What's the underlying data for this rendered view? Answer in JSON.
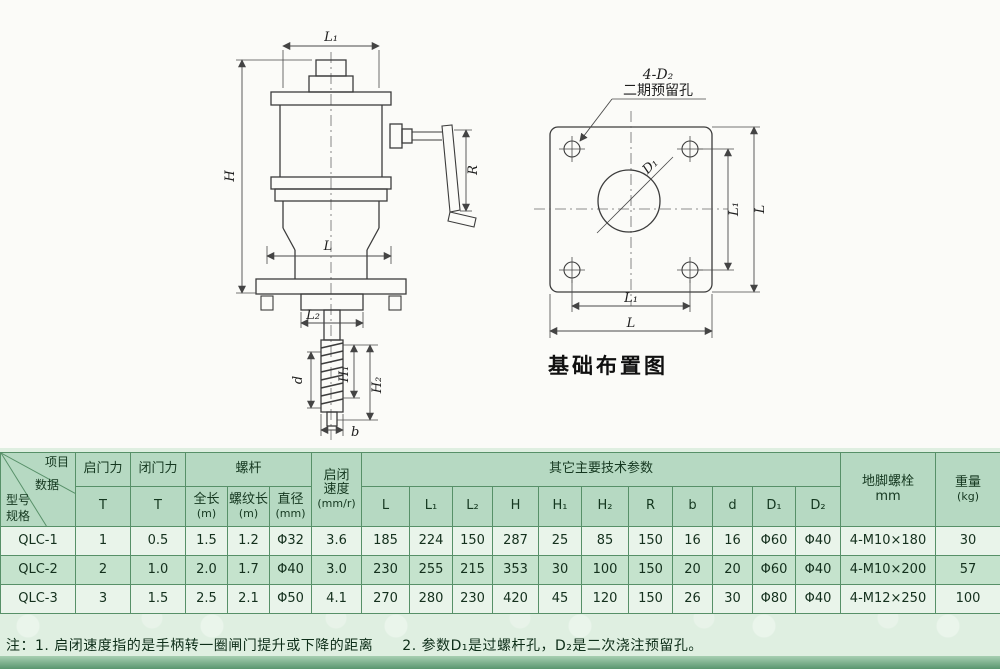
{
  "drawing_left": {
    "dim_l1": "L₁",
    "dim_h": "H",
    "dim_r": "R",
    "dim_l": "L",
    "dim_l2": "L₂",
    "dim_h1": "H₁",
    "dim_h2": "H₂",
    "dim_d": "d",
    "dim_b": "b"
  },
  "drawing_right": {
    "title": "基础布置图",
    "callout_top": "4-D₂",
    "callout_bottom": "二期预留孔",
    "dim_d1": "D₁",
    "dim_l1_right": "L₁",
    "dim_l_right": "L",
    "dim_l1_bottom": "L₁",
    "dim_l_bottom": "L"
  },
  "table": {
    "corner": {
      "item": "项目",
      "data": "数据",
      "model1": "型号",
      "model2": "规格"
    },
    "open_force": "启门力",
    "close_force": "闭门力",
    "force_unit": "T",
    "screw_group": "螺杆",
    "screw_len": "全长",
    "screw_len_unit": "(m)",
    "thread_len": "螺纹长",
    "thread_len_unit": "(m)",
    "diameter": "直径",
    "diameter_unit": "(mm)",
    "speed1": "启闭",
    "speed2": "速度",
    "speed3": "(mm/r)",
    "other_group": "其它主要技术参数",
    "other_cols": [
      "L",
      "L₁",
      "L₂",
      "H",
      "H₁",
      "H₂",
      "R",
      "b",
      "d",
      "D₁",
      "D₂"
    ],
    "anchor1": "地脚螺栓",
    "anchor2": "mm",
    "weight1": "重量",
    "weight2": "(kg)",
    "rows": [
      {
        "model": "QLC-1",
        "values": [
          "1",
          "0.5",
          "1.5",
          "1.2",
          "Φ32",
          "3.6",
          "185",
          "224",
          "150",
          "287",
          "25",
          "85",
          "150",
          "16",
          "16",
          "Φ60",
          "Φ40",
          "4-M10×180",
          "30"
        ]
      },
      {
        "model": "QLC-2",
        "values": [
          "2",
          "1.0",
          "2.0",
          "1.7",
          "Φ40",
          "3.0",
          "230",
          "255",
          "215",
          "353",
          "30",
          "100",
          "150",
          "20",
          "20",
          "Φ60",
          "Φ40",
          "4-M10×200",
          "57"
        ]
      },
      {
        "model": "QLC-3",
        "values": [
          "3",
          "1.5",
          "2.5",
          "2.1",
          "Φ50",
          "4.1",
          "270",
          "280",
          "230",
          "420",
          "45",
          "120",
          "150",
          "26",
          "30",
          "Φ80",
          "Φ40",
          "4-M12×250",
          "100"
        ]
      }
    ]
  },
  "note": "注：1. 启闭速度指的是手柄转一圈闸门提升或下降的距离　　2. 参数D₁是过螺杆孔，D₂是二次浇注预留孔。"
}
